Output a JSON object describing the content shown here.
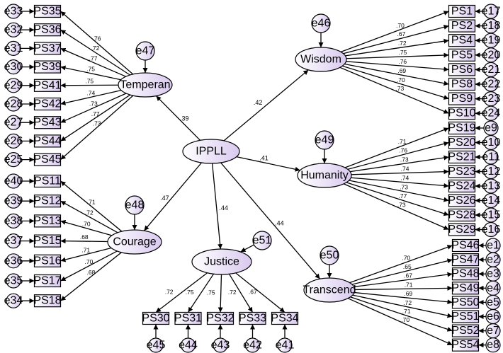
{
  "colors": {
    "fill_start": "#ffffff",
    "fill_end": "#d9c9ef",
    "stroke": "#000000"
  },
  "general": {
    "name": "IPPLL"
  },
  "factors": [
    {
      "name": "Wisdom",
      "error": "e46",
      "loading": ".42",
      "items": [
        "PS1",
        "PS2",
        "PS4",
        "PS5",
        "PS6",
        "PS8",
        "PS9",
        "PS10"
      ],
      "errors": [
        "e17",
        "e18",
        "e19",
        "e20",
        "e21",
        "e22",
        "e23",
        "e24"
      ],
      "coefs": [
        ".70",
        ".67",
        ".72",
        ".75",
        ".76",
        ".69",
        ".70",
        ".73"
      ]
    },
    {
      "name": "Humanity",
      "error": "e49",
      "loading": ".41",
      "items": [
        "PS19",
        "PS20",
        "PS21",
        "PS23",
        "PS24",
        "PS26",
        "PS28",
        "PS29"
      ],
      "errors": [
        "e9",
        "e10",
        "e11",
        "e12",
        "e13",
        "e14",
        "e15",
        "e16"
      ],
      "coefs": [
        ".71",
        ".76",
        ".73",
        ".74",
        ".74",
        ".73",
        ".77",
        ".73"
      ]
    },
    {
      "name": "Transcend",
      "error": "e50",
      "loading": ".44",
      "items": [
        "PS46",
        "PS47",
        "PS48",
        "PS49",
        "PS50",
        "PS51",
        "PS52",
        "PS54"
      ],
      "errors": [
        "e1",
        "e2",
        "e3",
        "e4",
        "e5",
        "e6",
        "e7",
        "e8"
      ],
      "coefs": [
        ".70",
        ".65",
        ".67",
        ".71",
        ".69",
        ".72",
        ".71",
        ".70"
      ]
    },
    {
      "name": "Temperan",
      "error": "e47",
      "loading": ".39",
      "items": [
        "PS35",
        "PS36",
        "PS37",
        "PS39",
        "PS41",
        "PS42",
        "PS43",
        "PS44",
        "PS45"
      ],
      "errors": [
        "e33",
        "e32",
        "e31",
        "e30",
        "e29",
        "e28",
        "e27",
        "e26",
        "e25"
      ],
      "coefs": [
        ".76",
        ".72",
        ".77",
        ".75",
        ".75",
        ".74",
        ".73",
        ".77",
        ".73"
      ]
    },
    {
      "name": "Courage",
      "error": "e48",
      "loading": ".47",
      "items": [
        "PS11",
        "PS12",
        "PS13",
        "PS15",
        "PS16",
        "PS17",
        "PS18"
      ],
      "errors": [
        "e40",
        "e39",
        "e38",
        "e37",
        "e36",
        "e35",
        "e34"
      ],
      "coefs": [
        ".71",
        ".72",
        ".70",
        ".68",
        ".71",
        ".70",
        ".68"
      ]
    },
    {
      "name": "Justice",
      "error": "e51",
      "loading": ".44",
      "items": [
        "PS30",
        "PS31",
        "PS32",
        "PS33",
        "PS34"
      ],
      "errors": [
        "e45",
        "e44",
        "e43",
        "e42",
        "e41"
      ],
      "coefs": [
        ".72",
        ".75",
        ".75",
        ".72",
        ".67"
      ]
    }
  ]
}
